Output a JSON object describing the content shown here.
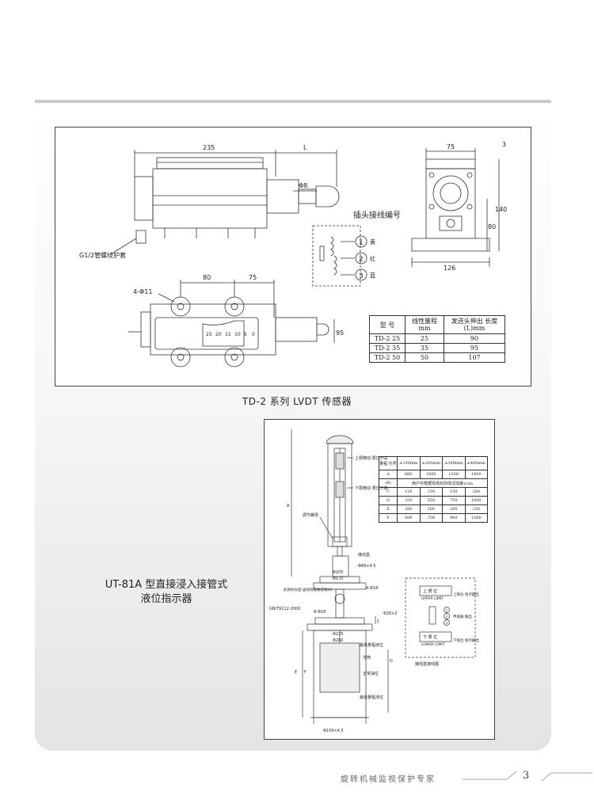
{
  "td2": {
    "dim_235": "235",
    "dim_L": "L",
    "dim_phi8": "Φ8",
    "label_g12": "G1/2管螺纹护套",
    "dim_75_top": "75",
    "dim_3": "3",
    "dim_140": "140",
    "dim_80_side": "80",
    "dim_126": "126",
    "wiring_title": "插头接线编号",
    "pins": [
      {
        "num": "1",
        "color": "黄"
      },
      {
        "num": "2",
        "color": "红"
      },
      {
        "num": "3",
        "color": "蓝"
      }
    ],
    "dim_4phi11": "4-Φ11",
    "dim_80_bottom": "80",
    "dim_75_bottom": "75",
    "dim_95": "95",
    "scale_labels": [
      "0",
      "5",
      "10",
      "15",
      "20",
      "25"
    ],
    "table": {
      "headers": [
        "型  号",
        "线性量程 mm",
        "发送头伸出 长度(L)mm"
      ],
      "rows": [
        [
          "TD-2 25",
          "25",
          "90"
        ],
        [
          "TD-2 35",
          "35",
          "95"
        ],
        [
          "TD-2 50",
          "50",
          "107"
        ]
      ]
    }
  },
  "captions": {
    "td2": "TD-2 系列 LVDT 传感器",
    "ut81a_line1": "UT-81A 型直接浸入接管式",
    "ut81a_line2": "液位指示器"
  },
  "ut81a": {
    "labels": {
      "upper_switch": "上限微动 限位开关",
      "lower_switch": "下限微动 限位开关",
      "adjust_nut": "调节螺母",
      "junction_box": "接线盒",
      "phi89": "Φ89×4.5",
      "phi205": "Φ205",
      "phi170": "Φ170",
      "probe_length": "此探杆长度 由现场需要定制(B)",
      "phi4_18": "4-Φ18",
      "gb": "GB/T9112-2000",
      "phi8_18": "8-Φ18",
      "phi26": "Φ26×2",
      "phi225": "Φ225",
      "phi260": "Φ260",
      "max_level": "最高量程液位",
      "float": "浮筒",
      "normal_level": "正常油位",
      "min_level": "最低量程液位",
      "phi159": "Φ159×4.5",
      "dim_A": "A",
      "dim_C": "C",
      "dim_D": "D",
      "dim_E": "E",
      "dim_F": "F",
      "upper_limit_cn": "上 限 位",
      "upper_limit_en": "UPPER LIMIT",
      "upper_out": "上限位 接点输出",
      "sensor_out": "传感器 输出",
      "lower_limit_cn": "下 限 位",
      "lower_limit_en": "LOWER LIMIT",
      "lower_out": "下限位 接点输出",
      "box_diagram": "接线盒接线图",
      "terminals": [
        "1",
        "2",
        "3"
      ]
    },
    "table": {
      "corner": "量程 代号",
      "headers": [
        "±100mm",
        "±200mm",
        "±300mm",
        "±400mm"
      ],
      "rows": [
        [
          "A",
          "660",
          "1000",
          "1200",
          "1400"
        ],
        [
          "(B)",
          "用户可根据现场实际情况加接≤2m"
        ],
        [
          "C",
          "120",
          "150",
          "150",
          "200"
        ],
        [
          "D",
          "320",
          "550",
          "750",
          "1000"
        ],
        [
          "E",
          "200",
          "200",
          "200",
          "250"
        ],
        [
          "F",
          "500",
          "700",
          "900",
          "1200"
        ]
      ]
    }
  },
  "footer": {
    "slogan": "旋转机械监视保护专家",
    "page_number": "3"
  }
}
